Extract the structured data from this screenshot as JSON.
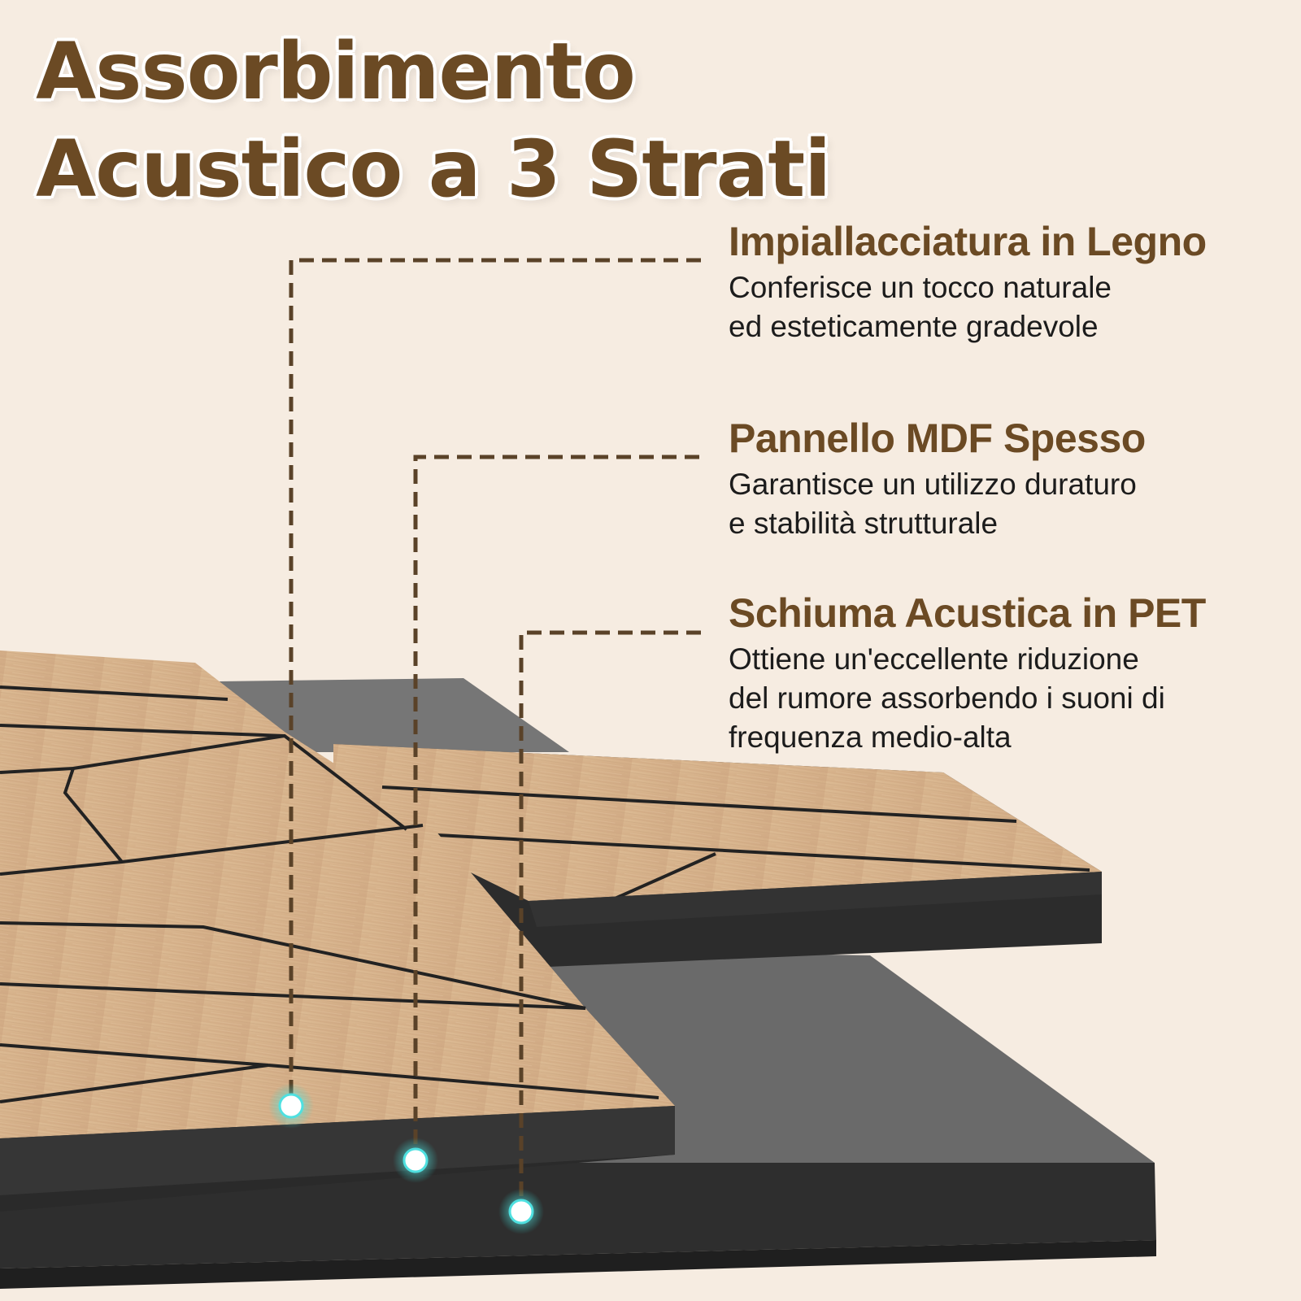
{
  "title": {
    "line1": "Assorbimento",
    "line2": "Acustico a 3 Strati"
  },
  "colors": {
    "background": "#f6ece1",
    "title": "#6b4a24",
    "wood": "#d9b78f",
    "groove": "#2a2a2a",
    "foam": "#3c3c3c",
    "leader": "#5a4228",
    "marker": "#4fe0e0"
  },
  "layers": [
    {
      "name": "Impiallacciatura in Legno",
      "description": [
        "Conferisce un tocco naturale",
        "ed esteticamente gradevole"
      ]
    },
    {
      "name": "Pannello MDF Spesso",
      "description": [
        "Garantisce un utilizzo duraturo",
        "e stabilità strutturale"
      ]
    },
    {
      "name": "Schiuma Acustica in PET",
      "description": [
        "Ottiene un'eccellente riduzione",
        "del rumore assorbendo i suoni di",
        "frequenza medio-alta"
      ]
    }
  ]
}
